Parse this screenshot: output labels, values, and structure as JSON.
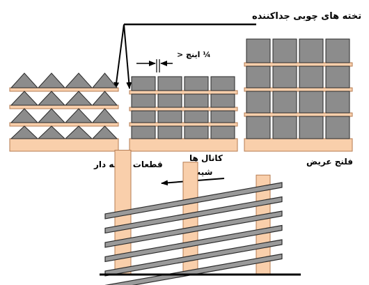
{
  "title_label": "تخته های چوبی جداکننده",
  "gap_label": "¼ اینچ <",
  "label_angles": "قطعات زاویه دار",
  "label_channels": "کانال ها",
  "label_flanges": "فلنج عریض",
  "label_slope": "شیب",
  "colors": {
    "wood": "#f9cfab",
    "wood_stroke": "#b57b52",
    "steel_fill": "#8c8c8c",
    "steel_stroke": "#2a2a2a",
    "rail_fill": "#9a9a9a",
    "ground": "#000000"
  }
}
